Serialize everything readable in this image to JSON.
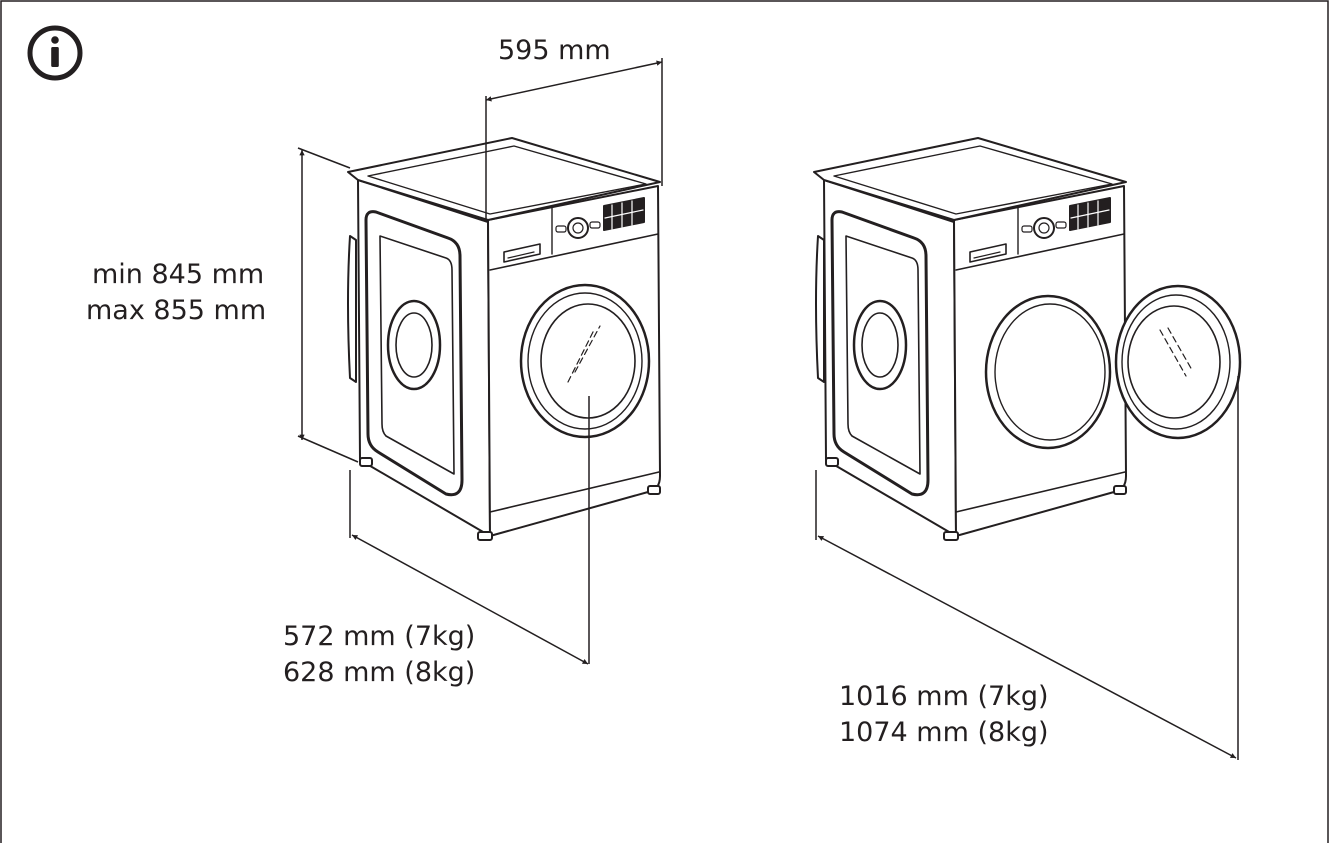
{
  "info_icon": {
    "icon": "info-icon",
    "glyph": "i"
  },
  "dimensions": {
    "width": "595 mm",
    "height": [
      "min 845 mm",
      "max 855 mm"
    ],
    "depth": [
      "572 mm (7kg)",
      "628 mm (8kg)"
    ],
    "depth_door_open": [
      "1016 mm (7kg)",
      "1074 mm (8kg)"
    ]
  },
  "colors": {
    "line": "#231f20",
    "body": "#ffffff"
  }
}
